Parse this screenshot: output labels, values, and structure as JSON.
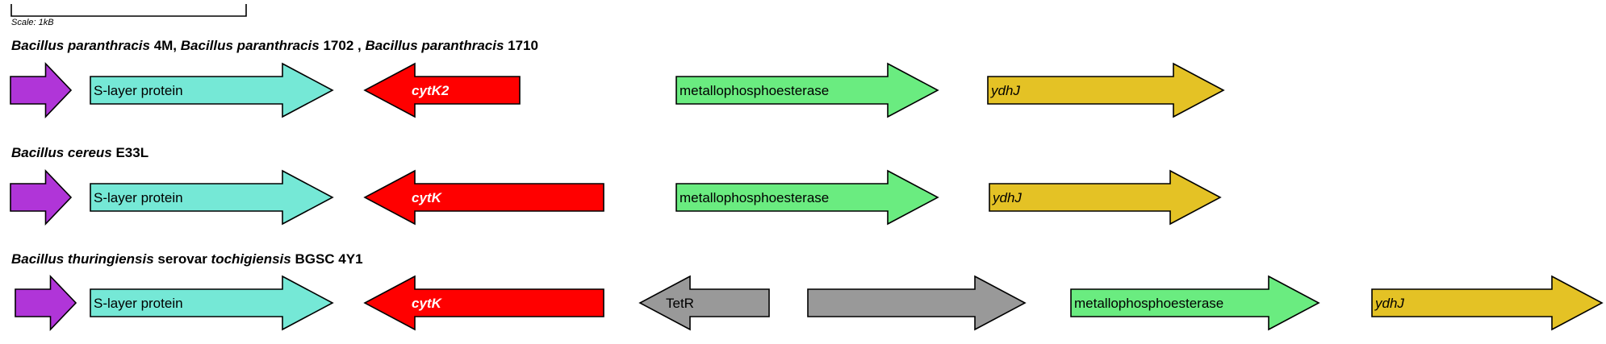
{
  "scale": {
    "label": "Scale: 1kB"
  },
  "tracks": [
    {
      "title_parts": [
        {
          "text": "Bacillus paranthracis",
          "italic": true
        },
        {
          "text": " 4M, ",
          "italic": false
        },
        {
          "text": "Bacillus paranthracis",
          "italic": true
        },
        {
          "text": " 1702 , ",
          "italic": false
        },
        {
          "text": "Bacillus paranthracis",
          "italic": true
        },
        {
          "text": " 1710",
          "italic": false
        }
      ],
      "genes": [
        {
          "name": "",
          "strand": "+",
          "color": "#b035d8"
        },
        {
          "name": "S-layer protein",
          "strand": "+",
          "color": "#75e8d6"
        },
        {
          "name": "cytK2",
          "strand": "-",
          "color": "#ff0000",
          "italic": true,
          "label_color": "#ffffff"
        },
        {
          "name": "metallophosphoesterase",
          "strand": "+",
          "color": "#6aec80"
        },
        {
          "name": "ydhJ",
          "strand": "+",
          "color": "#e4c225",
          "italic": true
        }
      ]
    },
    {
      "title_parts": [
        {
          "text": "Bacillus cereus",
          "italic": true
        },
        {
          "text": " E33L",
          "italic": false
        }
      ],
      "genes": [
        {
          "name": "",
          "strand": "+",
          "color": "#b035d8"
        },
        {
          "name": "S-layer protein",
          "strand": "+",
          "color": "#75e8d6"
        },
        {
          "name": "cytK",
          "strand": "-",
          "color": "#ff0000",
          "italic": true,
          "label_color": "#ffffff"
        },
        {
          "name": "metallophosphoesterase",
          "strand": "+",
          "color": "#6aec80"
        },
        {
          "name": "ydhJ",
          "strand": "+",
          "color": "#e4c225",
          "italic": true
        }
      ]
    },
    {
      "title_parts": [
        {
          "text": "Bacillus thuringiensis",
          "italic": true
        },
        {
          "text": " serovar ",
          "italic": false
        },
        {
          "text": "tochigiensis",
          "italic": true
        },
        {
          "text": " BGSC 4Y1",
          "italic": false
        }
      ],
      "genes": [
        {
          "name": "",
          "strand": "+",
          "color": "#b035d8"
        },
        {
          "name": "S-layer protein",
          "strand": "+",
          "color": "#75e8d6"
        },
        {
          "name": "cytK",
          "strand": "-",
          "color": "#ff0000",
          "italic": true,
          "label_color": "#ffffff"
        },
        {
          "name": "TetR",
          "strand": "-",
          "color": "#999999"
        },
        {
          "name": "",
          "strand": "+",
          "color": "#999999"
        },
        {
          "name": "metallophosphoesterase",
          "strand": "+",
          "color": "#6aec80"
        },
        {
          "name": "ydhJ",
          "strand": "+",
          "color": "#e4c225",
          "italic": true
        }
      ]
    }
  ]
}
